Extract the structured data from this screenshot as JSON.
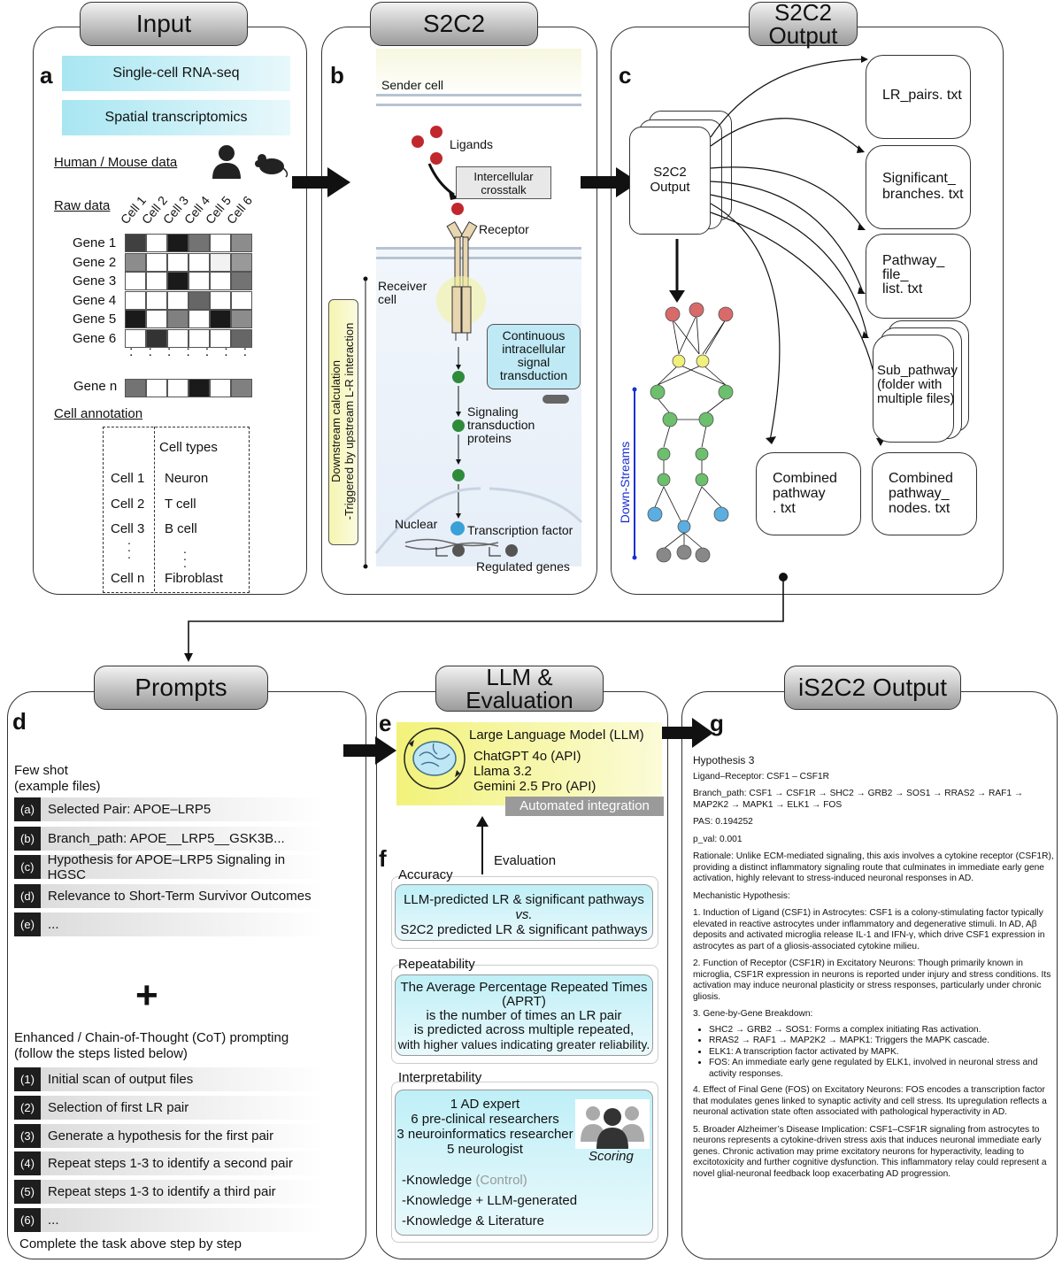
{
  "tabs": {
    "input": "Input",
    "s2c2": "S2C2",
    "s2c2_output": "S2C2\nOutput",
    "prompts": "Prompts",
    "llm_eval": "LLM &\nEvaluation",
    "is2c2_output": "iS2C2 Output"
  },
  "letters": {
    "a": "a",
    "b": "b",
    "c": "c",
    "d": "d",
    "e": "e",
    "f": "f",
    "g": "g"
  },
  "panel_a": {
    "scrna": "Single-cell RNA-seq",
    "spatial": "Spatial transcriptomics",
    "human_mouse": "Human / Mouse data",
    "raw_data": "Raw data",
    "cells": [
      "Cell 1",
      "Cell 2",
      "Cell 3",
      "Cell 4",
      "Cell 5",
      "Cell 6"
    ],
    "genes": [
      "Gene 1",
      "Gene 2",
      "Gene 3",
      "Gene 4",
      "Gene 5",
      "Gene 6"
    ],
    "gene_n": "Gene n",
    "heatmap": [
      [
        0.25,
        1,
        0.1,
        0.45,
        1,
        0.55
      ],
      [
        0.55,
        1,
        1,
        1,
        0.95,
        0.6
      ],
      [
        1,
        1,
        0.1,
        1,
        1,
        0.45
      ],
      [
        1,
        1,
        1,
        0.4,
        1,
        1
      ],
      [
        0.1,
        1,
        0.5,
        1,
        0.1,
        0.55
      ],
      [
        1,
        0.2,
        1,
        1,
        1,
        0.4
      ]
    ],
    "heatmap_n": [
      0.45,
      1,
      1,
      0.1,
      1,
      0.5
    ],
    "cell_annotation": "Cell annotation",
    "cell_types_header": "Cell types",
    "annotation_cells": [
      "Cell 1",
      "Cell 2",
      "Cell 3",
      "Cell n"
    ],
    "annotation_types": [
      "Neuron",
      "T cell",
      "B cell",
      "Fibroblast"
    ]
  },
  "panel_b": {
    "sender_cell": "Sender cell",
    "ligands": "Ligands",
    "crosstalk": "Intercellular\ncrosstalk",
    "receptor": "Receptor",
    "receiver_cell": "Receiver\ncell",
    "downstream": "Downstream calculation\n-Triggered by upstream L-R interaction",
    "continuous": "Continuous\nintracellular\nsignal\ntransduction",
    "signaling": "Signaling\ntransduction\nproteins",
    "nuclear": "Nuclear",
    "tf": "Transcription factor",
    "regulated": "Regulated genes"
  },
  "panel_c": {
    "output_card": "S2C2\nOutput",
    "downstreams": "Down-Streams",
    "files": {
      "lr_pairs": "LR_pairs. txt",
      "sig_branches": "Significant_\nbranches. txt",
      "pathway_list": "Pathway_\nfile_\nlist. txt",
      "sub_pathway": "Sub_pathway\n(folder with\nmultiple files)",
      "combined_pathway": "Combined\npathway\n. txt",
      "combined_nodes": "Combined\npathway_\nnodes. txt"
    }
  },
  "panel_d": {
    "few_shot": "Few shot\n(example files)",
    "few_shot_items": [
      {
        "num": "(a)",
        "label": "Selected Pair: APOE–LRP5"
      },
      {
        "num": "(b)",
        "label": "Branch_path: APOE__LRP5__GSK3B..."
      },
      {
        "num": "(c)",
        "label": "Hypothesis for APOE–LRP5 Signaling in HGSC"
      },
      {
        "num": "(d)",
        "label": "Relevance to Short-Term Survivor Outcomes"
      },
      {
        "num": "(e)",
        "label": "..."
      }
    ],
    "plus": "+",
    "cot": "Enhanced / Chain-of-Thought (CoT) prompting\n(follow the steps listed below)",
    "cot_items": [
      {
        "num": "(1)",
        "label": "Initial scan of output files"
      },
      {
        "num": "(2)",
        "label": "Selection of first LR pair"
      },
      {
        "num": "(3)",
        "label": "Generate a hypothesis for the first pair"
      },
      {
        "num": "(4)",
        "label": "Repeat steps 1-3 to identify a second pair"
      },
      {
        "num": "(5)",
        "label": "Repeat steps 1-3 to identify a third pair"
      },
      {
        "num": "(6)",
        "label": "..."
      }
    ],
    "complete": "Complete the task above step by step"
  },
  "panel_e": {
    "llm_title": "Large Language Model (LLM)",
    "models": [
      "ChatGPT 4o (API)",
      "Llama 3.2",
      "Gemini 2.5 Pro (API)"
    ],
    "automated": "Automated integration",
    "evaluation": "Evaluation"
  },
  "panel_f": {
    "accuracy": "Accuracy",
    "accuracy_box": [
      "LLM-predicted LR & significant pathways",
      "vs.",
      "S2C2 predicted LR & significant pathways"
    ],
    "repeatability": "Repeatability",
    "repeat_box": [
      "The Average Percentage Repeated Times",
      "(APRT)",
      "is the number of times an LR pair",
      "is predicted across multiple repeated,",
      "with higher values indicating greater reliability."
    ],
    "interpretability": "Interpretability",
    "experts": [
      "1 AD expert",
      "6 pre-clinical researchers",
      "3 neuroinformatics researcher",
      "5 neurologist"
    ],
    "scoring": "Scoring",
    "knowledge_1": "-Knowledge ",
    "control": "(Control)",
    "knowledge_2": "-Knowledge + LLM-generated",
    "knowledge_3": "-Knowledge & Literature"
  },
  "panel_g": {
    "hypothesis": "Hypothesis 3",
    "lr": "Ligand–Receptor: CSF1 – CSF1R",
    "branch": "Branch_path: CSF1 → CSF1R → SHC2 → GRB2 → SOS1 → RRAS2 → RAF1 → MAP2K2 → MAPK1 → ELK1 → FOS",
    "pas": "PAS: 0.194252",
    "pval": "p_val: 0.001",
    "rationale": "Rationale: Unlike ECM-mediated signaling, this axis involves a cytokine receptor (CSF1R), providing a distinct inflammatory signaling route that culminates in immediate early gene activation, highly relevant to stress-induced neuronal responses in AD.",
    "mech": "Mechanistic Hypothesis:",
    "p1": "1. Induction of Ligand (CSF1) in Astrocytes: CSF1 is a colony-stimulating factor typically elevated in reactive astrocytes under inflammatory and degenerative stimuli. In AD, Aβ deposits and activated microglia release IL-1 and IFN-γ, which drive CSF1 expression in astrocytes as part of a gliosis-associated cytokine milieu.",
    "p2": "2. Function of Receptor (CSF1R) in Excitatory Neurons: Though primarily known in microglia, CSF1R expression in neurons is reported under injury and stress conditions. Its activation may induce neuronal plasticity or stress responses, particularly under chronic gliosis.",
    "p3": "3. Gene-by-Gene Breakdown:",
    "bullets": [
      "SHC2 → GRB2 → SOS1: Forms a complex initiating Ras activation.",
      "RRAS2 → RAF1 → MAP2K2 → MAPK1: Triggers the MAPK cascade.",
      "ELK1: A transcription factor activated by MAPK.",
      "FOS: An immediate early gene regulated by ELK1, involved in neuronal stress and activity responses."
    ],
    "p4": "4. Effect of Final Gene (FOS) on Excitatory Neurons: FOS encodes a transcription factor that modulates genes linked to synaptic activity and cell stress. Its upregulation reflects a neuronal activation state often associated with pathological hyperactivity in AD.",
    "p5": "5. Broader Alzheimer’s Disease Implication: CSF1–CSF1R signaling from astrocytes to neurons represents a cytokine-driven stress axis that induces neuronal immediate early genes. Chronic activation may prime excitatory neurons for hyperactivity, leading to excitotoxicity and further cognitive dysfunction. This inflammatory relay could represent a novel glial-neuronal feedback loop exacerbating AD progression."
  }
}
